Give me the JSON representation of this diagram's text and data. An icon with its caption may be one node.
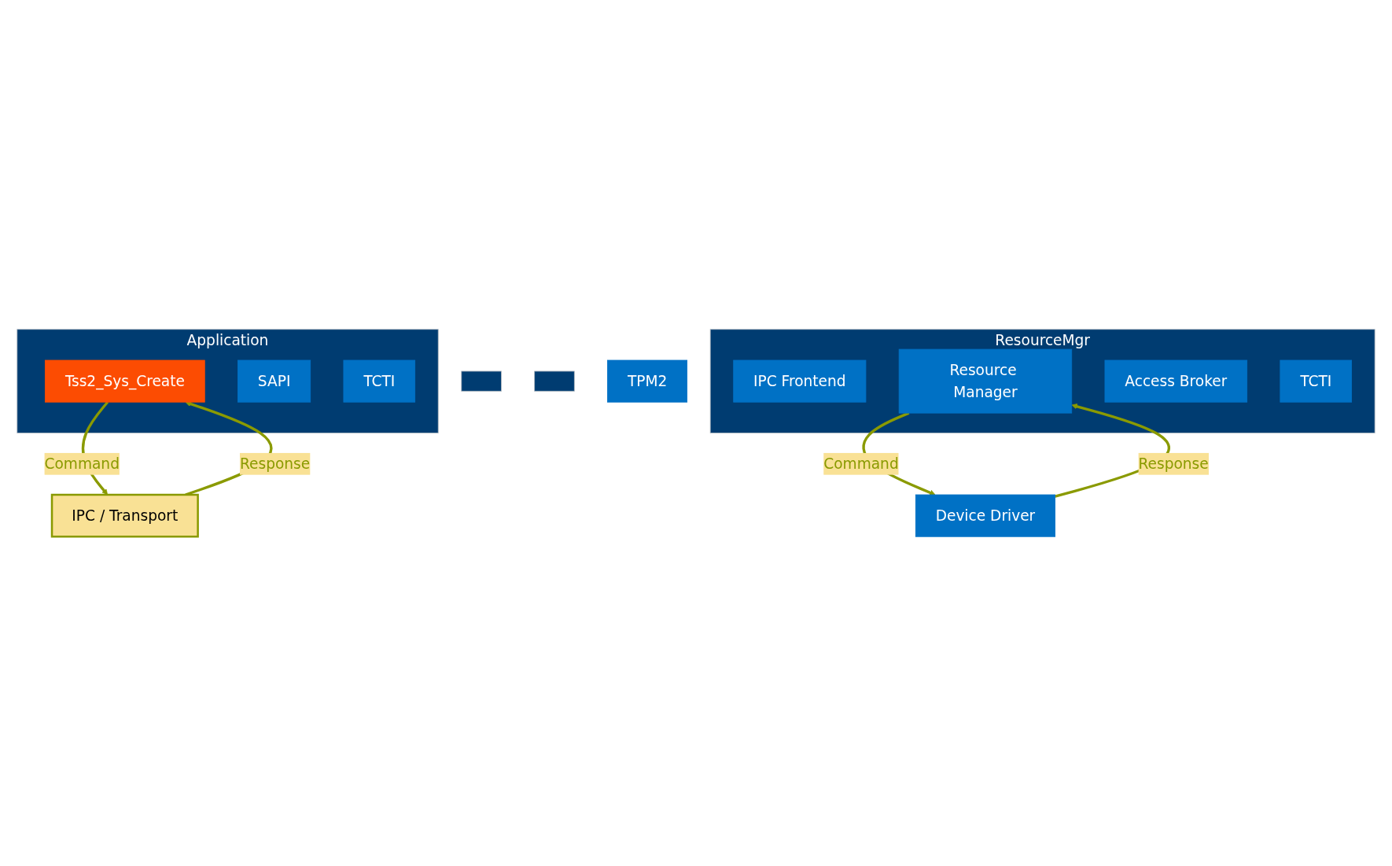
{
  "diagram": {
    "nodes": [
      {
        "text": [],
        "shape": "box"
      },
      {
        "text": [],
        "shape": "box"
      },
      {
        "text": [
          "Application"
        ]
      },
      {
        "text": [
          "Tss2_Sys_Create"
        ],
        "in": 2
      },
      {
        "text": [
          "SAPI"
        ],
        "in": 2
      },
      {
        "text": [
          "TCTI"
        ],
        "in": 2
      },
      {
        "text": [
          "IPC / Transport"
        ]
      },
      {
        "text": [
          "ResourceMgr"
        ]
      },
      {
        "text": [
          "IPC Frontend"
        ],
        "in": 7
      },
      {
        "text": [
          "Resource Manager"
        ],
        "in": 7
      },
      {
        "text": [
          "Access Broker"
        ],
        "in": 7
      },
      {
        "text": [
          "TCTI"
        ],
        "in": 7
      },
      {
        "text": [
          "Device Driver"
        ]
      },
      {
        "text": [
          "TPM2"
        ]
      }
    ],
    "edges": [
      {
        "from": 3,
        "to": 6,
        "arrow": "to",
        "label": "Command"
      },
      {
        "from": 6,
        "to": 3,
        "arrow": "to",
        "label": "Response"
      },
      {
        "from": 9,
        "to": 12,
        "arrow": "to",
        "label": "Command"
      },
      {
        "from": 12,
        "to": 9,
        "arrow": "to",
        "label": "Response"
      }
    ]
  }
}
